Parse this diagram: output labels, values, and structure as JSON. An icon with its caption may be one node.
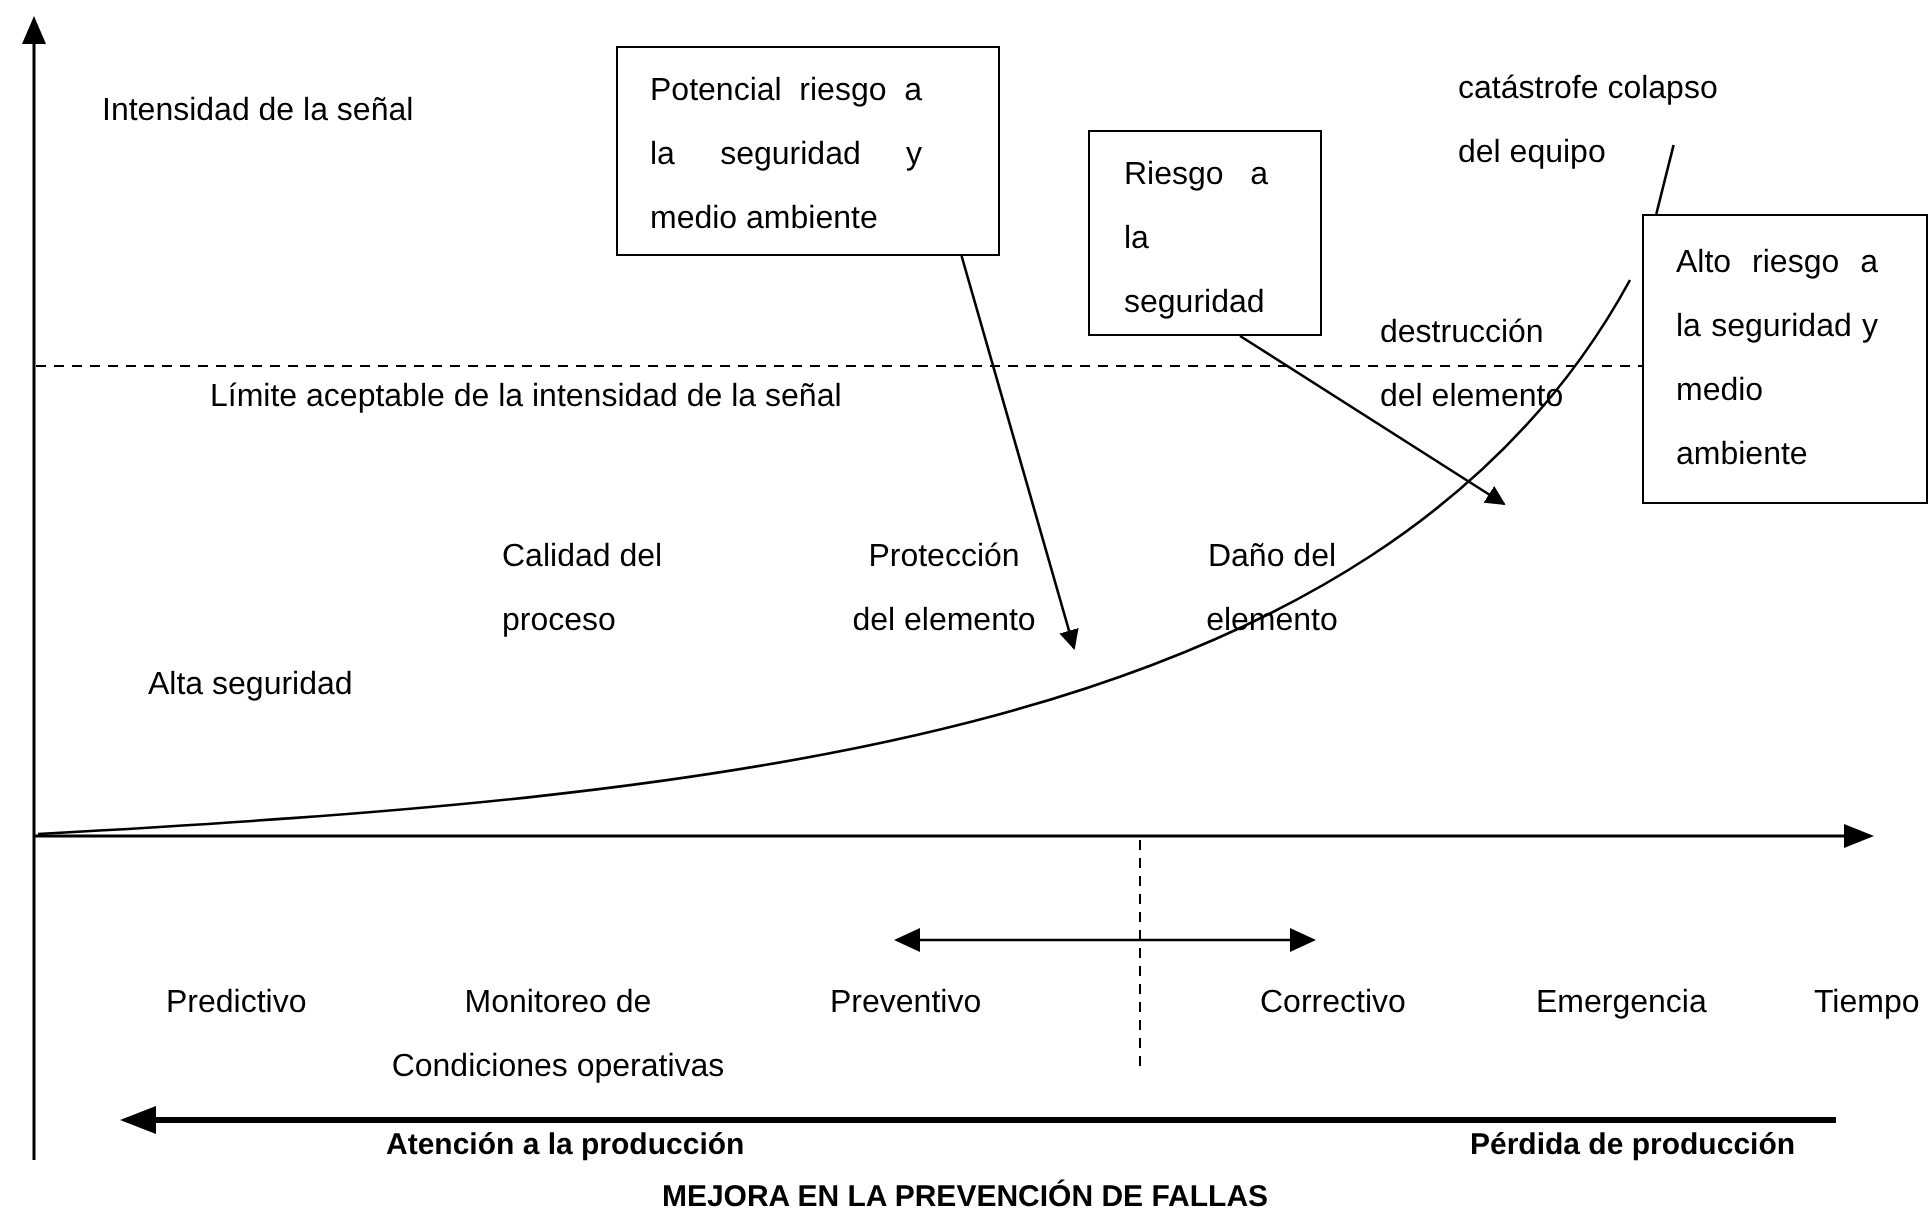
{
  "diagram": {
    "caption": "MEJORA EN LA PREVENCIÓN DE FALLAS",
    "nodes": [
      {
        "text": [
          "Potencial riesgo a la seguridad y medio ambiente"
        ]
      },
      {
        "text": [
          "Riesgo a la seguridad"
        ]
      },
      {
        "text": [
          "Alto riesgo a la seguridad y medio ambiente"
        ]
      },
      {
        "text": [
          "catástrofe colapso del equipo"
        ]
      }
    ],
    "edges": [
      {
        "from": 0,
        "to": null,
        "arrow": "to"
      },
      {
        "from": 1,
        "to": null,
        "arrow": "to"
      },
      {
        "from": 3,
        "to": 2,
        "arrow": "none"
      }
    ],
    "labels": [
      "Intensidad de la señal",
      "destrucción del elemento",
      "Límite aceptable de la intensidad de la señal",
      "Calidad del proceso",
      "Protección del elemento",
      "Daño del elemento",
      "Alta seguridad",
      "Predictivo",
      "Monitoreo de Condiciones operativas",
      "Preventivo",
      "Correctivo",
      "Emergencia",
      "Tiempo",
      "Atención a la producción",
      "Pérdida de producción"
    ]
  }
}
